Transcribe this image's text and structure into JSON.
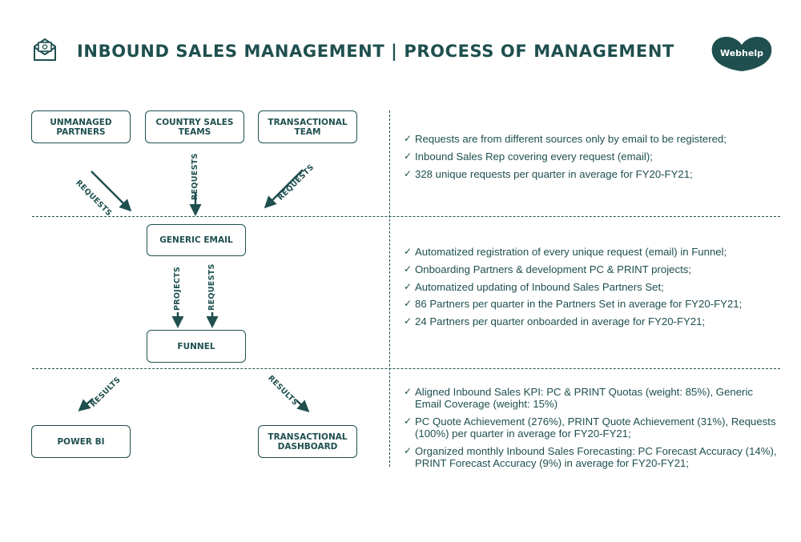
{
  "header": {
    "title": "INBOUND SALES MANAGEMENT | PROCESS OF MANAGEMENT",
    "logo_text": "Webhelp",
    "icon": "mail-icon"
  },
  "colors": {
    "primary": "#1f4f4f",
    "background": "#ffffff"
  },
  "diagram": {
    "boxes": {
      "unmanaged_partners": "UNMANAGED\nPARTNERS",
      "country_sales_teams": "COUNTRY SALES\nTEAMS",
      "transactional_team": "TRANSACTIONAL\nTEAM",
      "generic_email": "GENERIC EMAIL",
      "funnel": "FUNNEL",
      "power_bi": "POWER BI",
      "transactional_dashboard": "TRANSACTIONAL\nDASHBOARD"
    },
    "arrow_labels": {
      "requests_left": "REQUESTS",
      "requests_mid": "REQUESTS",
      "requests_right": "REQUESTS",
      "projects": "PROJECTS",
      "requests_down": "REQUESTS",
      "results_left": "RESULTS",
      "results_right": "RESULTS"
    }
  },
  "sections": {
    "section1": [
      "Requests are from different sources only by email to be registered;",
      "Inbound Sales Rep covering every request (email);",
      "328 unique requests per quarter in average for FY20-FY21;"
    ],
    "section2": [
      "Automatized registration of every unique request (email) in Funnel;",
      "Onboarding Partners & development PC & PRINT projects;",
      "Automatized updating of Inbound Sales Partners Set;",
      "86 Partners per quarter in the Partners Set in average for FY20-FY21;",
      "24 Partners per quarter onboarded in average for FY20-FY21;"
    ],
    "section3": [
      "Aligned Inbound Sales KPI: PC & PRINT Quotas (weight: 85%), Generic Email Coverage (weight: 15%)",
      "PC Quote Achievement (276%), PRINT Quote Achievement (31%), Requests (100%) per quarter in average for FY20-FY21;",
      "Organized monthly Inbound Sales Forecasting: PC Forecast Accuracy (14%), PRINT Forecast Accuracy (9%) in average for FY20-FY21;"
    ],
    "check_glyph": "✓"
  }
}
